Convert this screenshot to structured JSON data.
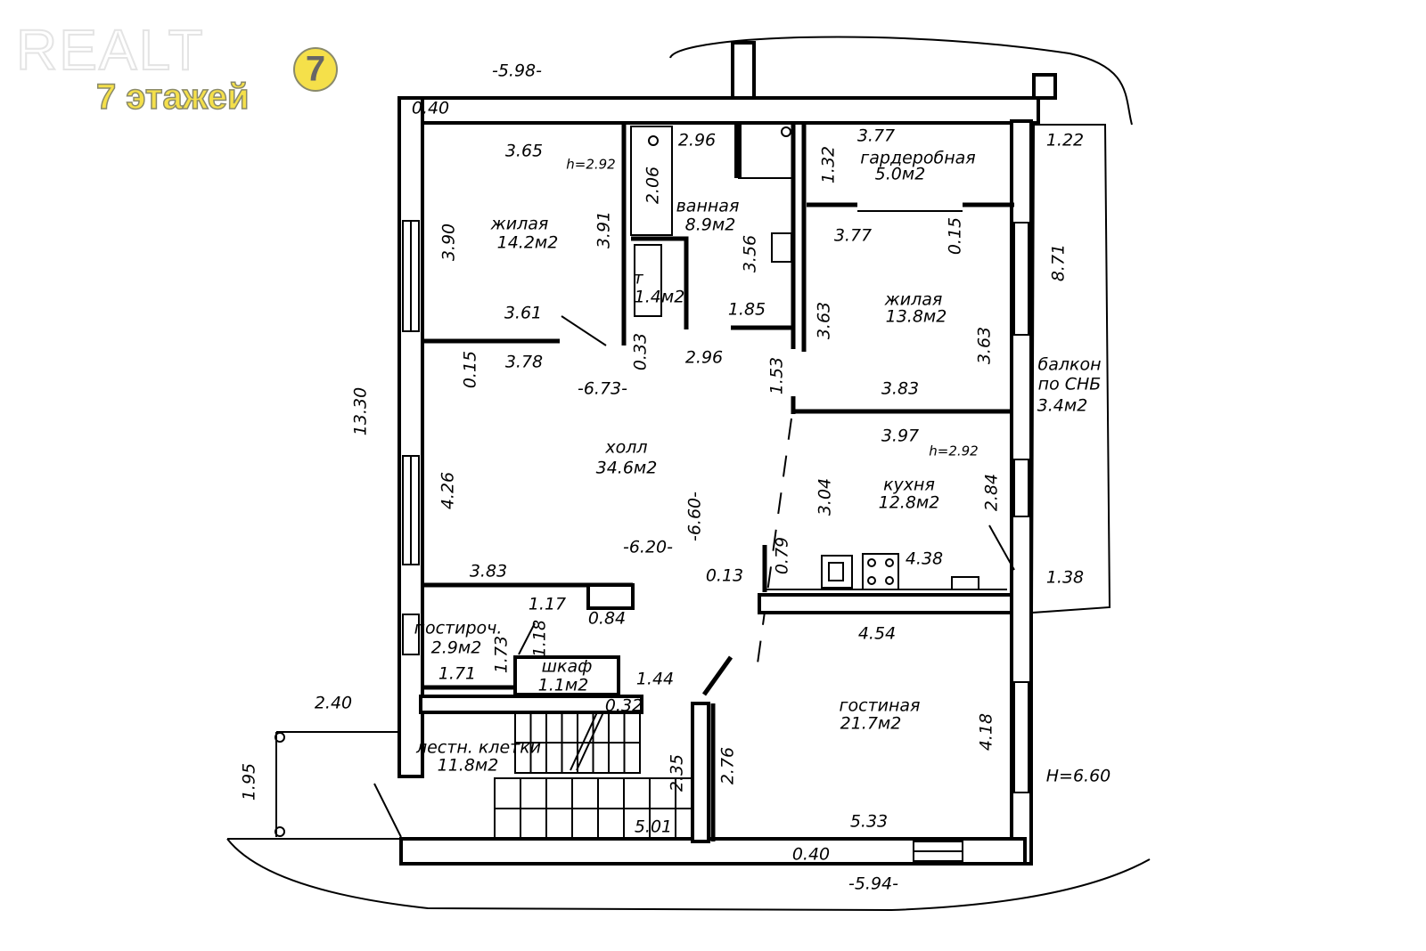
{
  "logo": {
    "brand": "REALT",
    "tagline": "7 этажей",
    "badge": "7",
    "accent": "#f5e04a"
  },
  "rooms": [
    {
      "name": "жилая",
      "area": "14.2м2"
    },
    {
      "name": "ванная",
      "area": "8.9м2"
    },
    {
      "name": "гардеробная",
      "area": "5.0м2"
    },
    {
      "name": "т",
      "area": "1.4м2"
    },
    {
      "name": "жилая",
      "area": "13.8м2"
    },
    {
      "name": "балкон",
      "name2": "по СНБ",
      "area": "3.4м2"
    },
    {
      "name": "холл",
      "area": "34.6м2"
    },
    {
      "name": "кухня",
      "area": "12.8м2"
    },
    {
      "name": "постироч.",
      "area": "2.9м2"
    },
    {
      "name": "шкаф",
      "area": "1.1м2"
    },
    {
      "name": "гостиная",
      "area": "21.7м2"
    },
    {
      "name": "лестн. клетки",
      "area": "11.8м2"
    }
  ],
  "dimensions": [
    "-5.98-",
    "0.40",
    "3.65",
    "h=2.92",
    "2.96",
    "2.06",
    "3.77",
    "1.32",
    "1.22",
    "3.90",
    "3.91",
    "3.56",
    "1.85",
    "3.77",
    "0.15",
    "8.71",
    "3.63",
    "3.63",
    "3.61",
    "0.33",
    "2.96",
    "1.53",
    "0.15",
    "3.78",
    "-6.73-",
    "3.83",
    "13.30",
    "3.97",
    "h=2.92",
    "4.26",
    "3.04",
    "2.84",
    "-6.60-",
    "-6.20-",
    "0.79",
    "0.13",
    "4.38",
    "1.38",
    "3.83",
    "1.17",
    "0.84",
    "1.18",
    "1.73",
    "4.54",
    "1.71",
    "1.44",
    "0.32",
    "2.40",
    "4.18",
    "2.35",
    "2.76",
    "1.95",
    "H=6.60",
    "5.33",
    "5.01",
    "0.40",
    "-5.94-"
  ]
}
